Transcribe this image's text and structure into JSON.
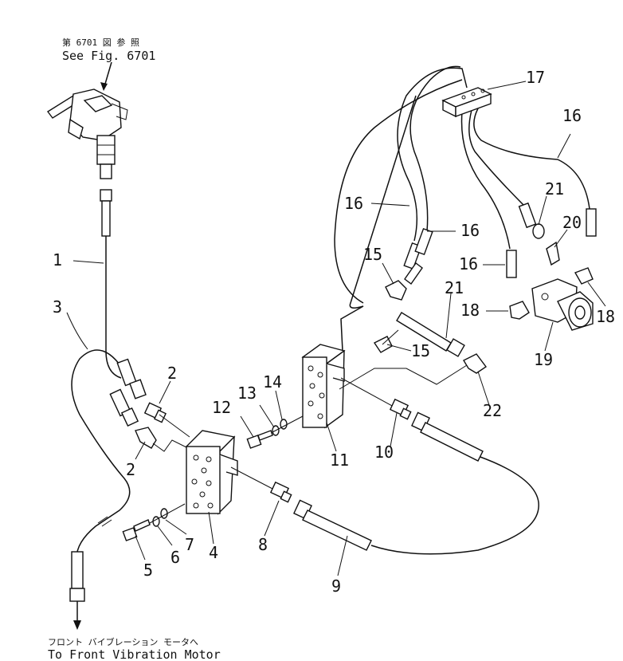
{
  "notes": {
    "ref_jp": "第 6701 図 参 照",
    "ref_en": "See Fig. 6701",
    "dest_jp": "フロント バイブレーション モータへ",
    "dest_en": "To Front Vibration Motor"
  },
  "callouts": {
    "c1": "1",
    "c2a": "2",
    "c2b": "2",
    "c3": "3",
    "c4": "4",
    "c5": "5",
    "c6": "6",
    "c7": "7",
    "c8": "8",
    "c9": "9",
    "c10": "10",
    "c11": "11",
    "c12": "12",
    "c13": "13",
    "c14": "14",
    "c15a": "15",
    "c15b": "15",
    "c16a": "16",
    "c16b": "16",
    "c16c": "16",
    "c16d": "16",
    "c17": "17",
    "c18a": "18",
    "c18b": "18",
    "c19": "19",
    "c20": "20",
    "c21a": "21",
    "c21b": "21",
    "c22": "22"
  },
  "colors": {
    "ink": "#111111",
    "paper": "#ffffff"
  }
}
